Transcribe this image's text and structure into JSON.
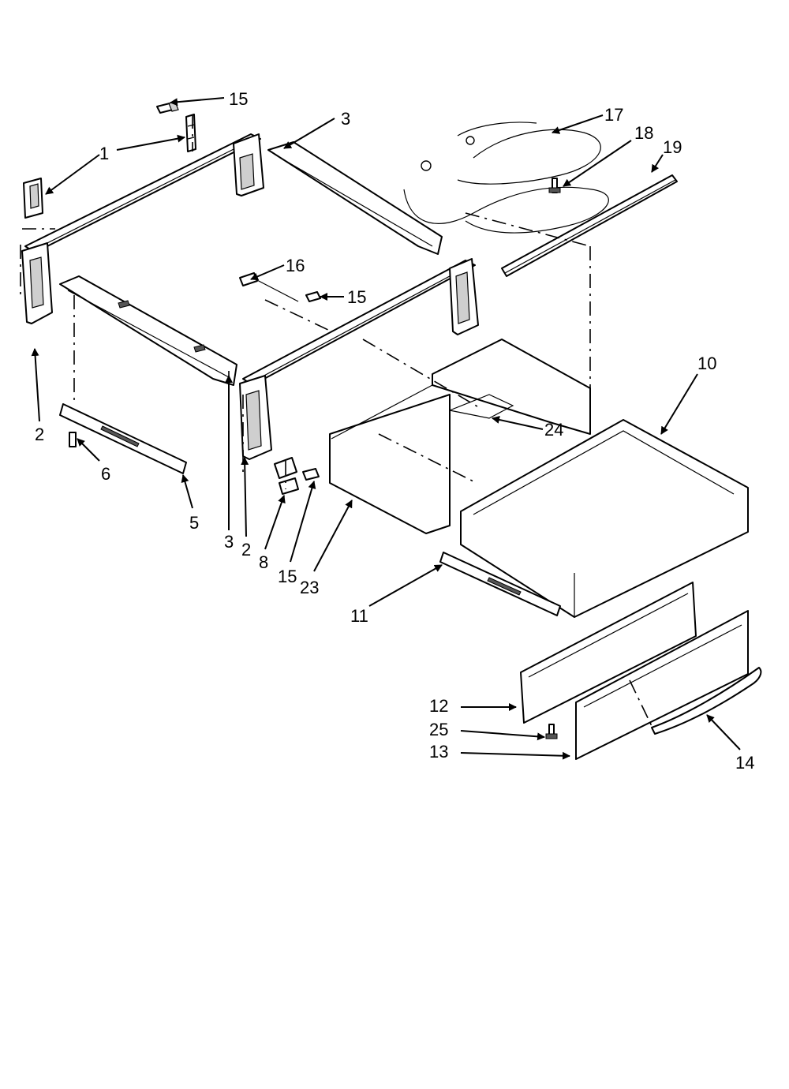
{
  "callouts": [
    {
      "id": "c15a",
      "text": "15"
    },
    {
      "id": "c1",
      "text": "1"
    },
    {
      "id": "c3a",
      "text": "3"
    },
    {
      "id": "c17",
      "text": "17"
    },
    {
      "id": "c18",
      "text": "18"
    },
    {
      "id": "c19",
      "text": "19"
    },
    {
      "id": "c16",
      "text": "16"
    },
    {
      "id": "c15b",
      "text": "15"
    },
    {
      "id": "c10",
      "text": "10"
    },
    {
      "id": "c24",
      "text": "24"
    },
    {
      "id": "c2a",
      "text": "2"
    },
    {
      "id": "c6",
      "text": "6"
    },
    {
      "id": "c5",
      "text": "5"
    },
    {
      "id": "c3b",
      "text": "3"
    },
    {
      "id": "c2b",
      "text": "2"
    },
    {
      "id": "c8",
      "text": "8"
    },
    {
      "id": "c15c",
      "text": "15"
    },
    {
      "id": "c23",
      "text": "23"
    },
    {
      "id": "c11",
      "text": "11"
    },
    {
      "id": "c12",
      "text": "12"
    },
    {
      "id": "c25",
      "text": "25"
    },
    {
      "id": "c13",
      "text": "13"
    },
    {
      "id": "c14",
      "text": "14"
    }
  ]
}
